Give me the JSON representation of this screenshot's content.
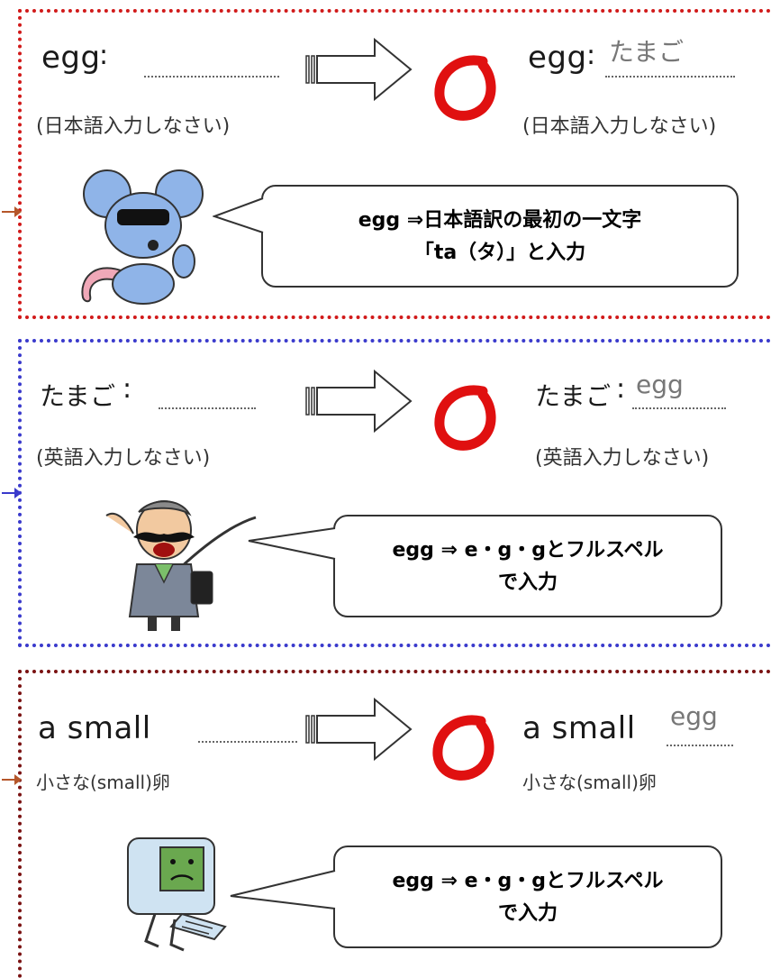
{
  "section1": {
    "left_word": "egg",
    "colon": ":",
    "hint": "(日本語入力しなさい)",
    "right_word": "egg",
    "right_colon": ":",
    "answer": "たまご",
    "right_hint": "(日本語入力しなさい)",
    "bubble_line1": "egg ⇒日本語訳の最初の一文字",
    "bubble_line2": "「ta（タ）」と入力"
  },
  "section2": {
    "left_word": "たまご",
    "colon": ":",
    "hint": "(英語入力しなさい)",
    "right_word": "たまご",
    "right_colon": ":",
    "answer": "egg",
    "right_hint": "(英語入力しなさい)",
    "bubble_line1": "egg ⇒  e・g・gとフルスペル",
    "bubble_line2": "で入力"
  },
  "section3": {
    "left_word": "a small",
    "hint": "小さな(small)卵",
    "right_word": "a small",
    "answer": "egg",
    "right_hint": "小さな(small)卵",
    "bubble_line1": "egg ⇒  e・g・gとフルスペル",
    "bubble_line2": "で入力"
  },
  "colors": {
    "red_border": "#d11a1a",
    "blue_border": "#3a3acc",
    "brown_border": "#7a1212",
    "ring": "#e01010",
    "mouse": "#8fb4e8",
    "computer": "#cfe3f2"
  },
  "icons": [
    "mouse-character-icon",
    "magician-character-icon",
    "sad-computer-icon",
    "red-circle-correct-icon",
    "block-arrow-icon"
  ]
}
